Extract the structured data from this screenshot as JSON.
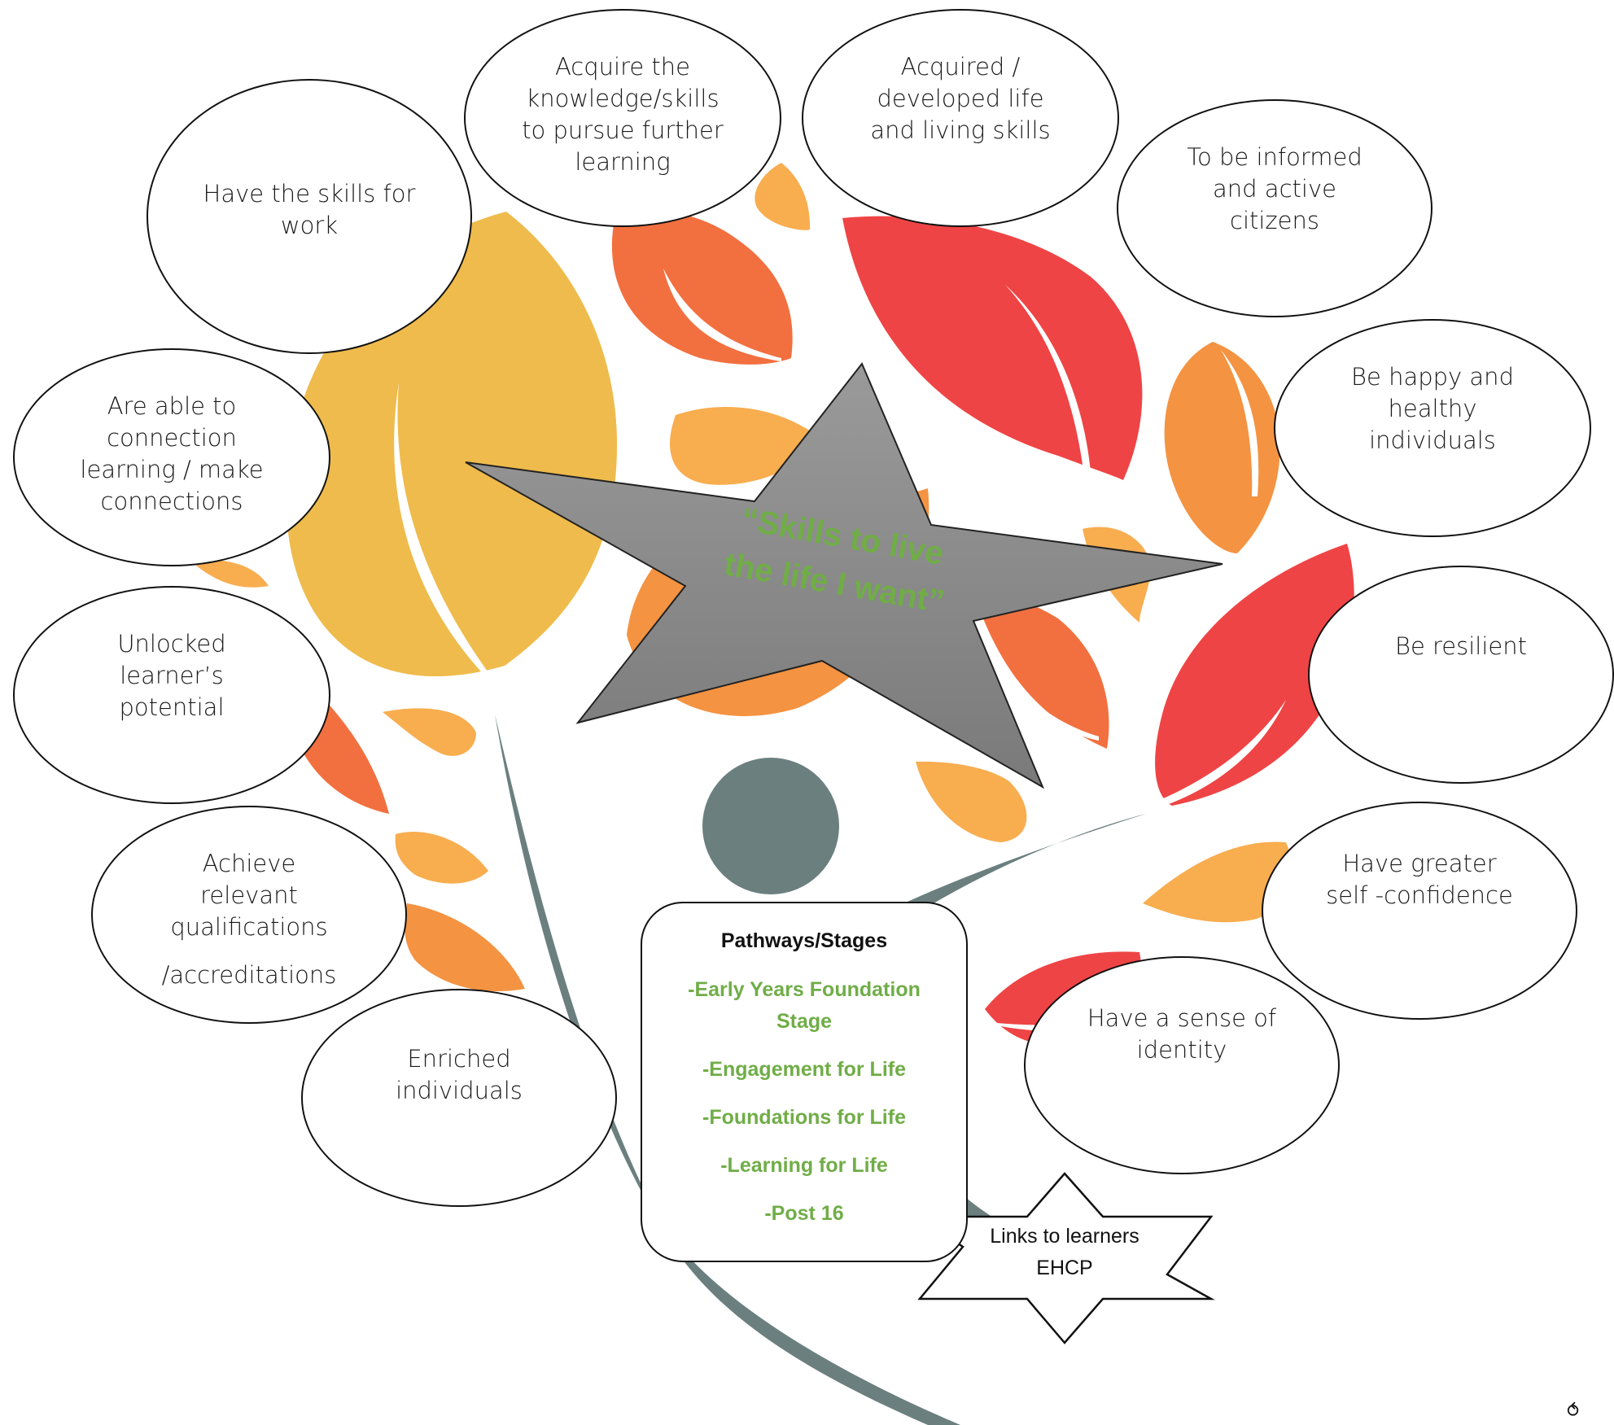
{
  "colors": {
    "yellow_leaf": "#efbb4c",
    "orange_leaf": "#f2703f",
    "red_leaf": "#ef4445",
    "light_orange_leaf": "#f8ad4f",
    "deep_orange_leaf": "#f49341",
    "figure": "#6b7f7f",
    "star_fill_top": "#9a9a9a",
    "star_fill_bottom": "#7a7a7a",
    "green_text": "#70ad47"
  },
  "central_star": {
    "lines": [
      "“Skills to live",
      "the life I want”"
    ]
  },
  "outcomes": [
    {
      "id": "work",
      "lines": [
        "Have the skills for",
        "work"
      ]
    },
    {
      "id": "further-learning",
      "lines": [
        "Acquire the",
        "knowledge/skills",
        "to pursue further",
        "learning"
      ]
    },
    {
      "id": "life-skills",
      "lines": [
        "Acquired /",
        "developed life",
        "and living skills"
      ]
    },
    {
      "id": "citizens",
      "lines": [
        "To be informed",
        "and active",
        "citizens"
      ]
    },
    {
      "id": "happy-healthy",
      "lines": [
        "Be happy and",
        "healthy",
        "individuals"
      ]
    },
    {
      "id": "connections",
      "lines": [
        "Are able to",
        "connection",
        "learning / make",
        "connections"
      ]
    },
    {
      "id": "potential",
      "lines": [
        "Unlocked",
        "learner’s",
        "potential"
      ]
    },
    {
      "id": "resilient",
      "lines": [
        "Be resilient"
      ]
    },
    {
      "id": "qualifications",
      "lines": [
        "Achieve",
        "relevant",
        "qualifications",
        "/accreditations"
      ]
    },
    {
      "id": "self-confidence",
      "lines": [
        "Have greater",
        "self -confidence"
      ]
    },
    {
      "id": "enriched",
      "lines": [
        "Enriched",
        "individuals"
      ]
    },
    {
      "id": "identity",
      "lines": [
        "Have a sense of",
        "identity"
      ]
    }
  ],
  "pathways": {
    "title": "Pathways/Stages",
    "items": [
      "-Early Years Foundation Stage",
      "-Engagement for Life",
      "-Foundations for Life",
      "-Learning for Life",
      "-Post 16"
    ]
  },
  "links_star": {
    "lines": [
      "Links to learners",
      "EHCP"
    ]
  },
  "corner_icon": "circled-arrow-icon"
}
